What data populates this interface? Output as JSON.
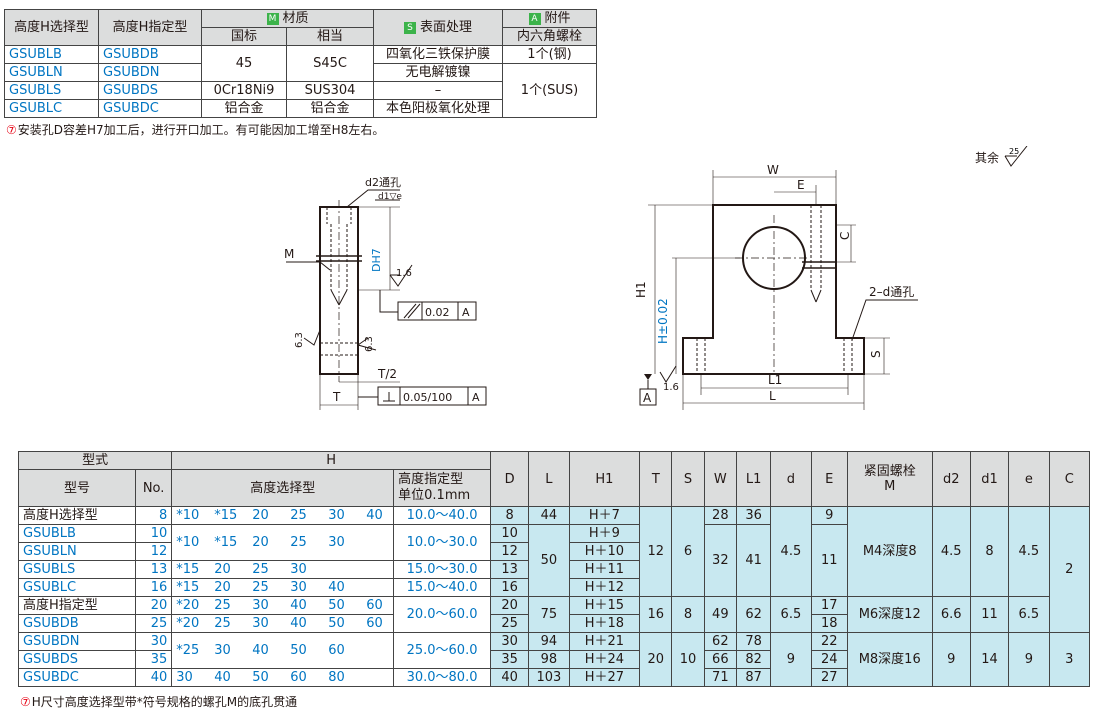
{
  "top_table": {
    "h_select": "高度H选择型",
    "h_specify": "高度H指定型",
    "material": {
      "badge": "M",
      "label": "材质",
      "std": "国标",
      "equiv": "相当"
    },
    "surface": {
      "badge": "S",
      "label": "表面处理"
    },
    "accessory": {
      "badge": "A",
      "label": "附件",
      "sub": "内六角螺栓"
    },
    "rows": [
      {
        "sel": "GSUBLB",
        "spec": "GSUBDB",
        "surface": "四氧化三铁保护膜",
        "acc": "1个(钢)"
      },
      {
        "sel": "GSUBLN",
        "spec": "GSUBDN",
        "surface": "无电解镀镍"
      },
      {
        "sel": "GSUBLS",
        "spec": "GSUBDS",
        "std": "0Cr18Ni9",
        "equiv": "SUS304",
        "surface": "–"
      },
      {
        "sel": "GSUBLC",
        "spec": "GSUBDC",
        "std": "铝合金",
        "equiv": "铝合金",
        "surface": "本色阳极氧化处理"
      }
    ],
    "merged_std": "45",
    "merged_equiv": "S45C",
    "merged_acc_sus": "1个(SUS)"
  },
  "note1": {
    "mark": "⑦",
    "text": "安装孔D容差H7加工后，进行开口加工。有可能因加工增至H8左右。"
  },
  "surface_note": {
    "text": "其余",
    "value": "25"
  },
  "drawing": {
    "left": {
      "d2_label": "d2通孔",
      "d1e_label": "d1▽e",
      "m": "M",
      "dh7": "DH7",
      "r16": "1.6",
      "r63a": "6.3",
      "r63b": "6.3",
      "t2": "T/2",
      "t": "T",
      "tol1": "0.02",
      "tol1_ref": "A",
      "tol2": "0.05/100",
      "tol2_ref": "A"
    },
    "right": {
      "w": "W",
      "e": "E",
      "c": "C",
      "h1": "H1",
      "h": "H±0.02",
      "two_d": "2–d通孔",
      "s": "S",
      "l1": "L1",
      "l": "L",
      "r16": "1.6",
      "ref_a": "A"
    }
  },
  "main_table": {
    "headers": {
      "type": "型式",
      "h": "H",
      "model": "型号",
      "no": "No.",
      "hsel": "高度选择型",
      "hspec1": "高度指定型",
      "hspec2": "单位0.1mm",
      "D": "D",
      "L": "L",
      "H1": "H1",
      "T": "T",
      "S": "S",
      "W": "W",
      "L1": "L1",
      "d": "d",
      "E": "E",
      "bolt1": "紧固螺栓",
      "bolt2": "M",
      "d2": "d2",
      "d1": "d1",
      "e": "e",
      "C": "C"
    },
    "rows": [
      {
        "model": "高度H选择型",
        "no": "8",
        "hs": [
          "*10",
          "*15",
          "20",
          "25",
          "30",
          "40"
        ],
        "hi": "10.0～40.0",
        "D": "8",
        "H1": "H＋7"
      },
      {
        "model": "GSUBLB",
        "no": "10",
        "hs": [
          "*10",
          "*15",
          "20",
          "25",
          "30"
        ],
        "hi": "10.0～30.0",
        "D": "10",
        "H1": "H＋9"
      },
      {
        "model": "GSUBLN",
        "no": "12",
        "D": "12",
        "H1": "H＋10"
      },
      {
        "model": "GSUBLS",
        "no": "13",
        "hs": [
          "*15",
          "20",
          "25",
          "30"
        ],
        "hi": "15.0～30.0",
        "D": "13",
        "H1": "H＋11"
      },
      {
        "model": "GSUBLC",
        "no": "16",
        "hs": [
          "*15",
          "20",
          "25",
          "30",
          "40"
        ],
        "hi": "15.0～40.0",
        "D": "16",
        "H1": "H＋12"
      },
      {
        "model": "高度H指定型",
        "no": "20",
        "hs": [
          "*20",
          "25",
          "30",
          "40",
          "50",
          "60"
        ],
        "hi": "20.0～60.0",
        "D": "20",
        "H1": "H＋15"
      },
      {
        "model": "GSUBDB",
        "no": "25",
        "hs": [
          "*20",
          "25",
          "30",
          "40",
          "50",
          "60"
        ],
        "D": "25",
        "H1": "H＋18"
      },
      {
        "model": "GSUBDN",
        "no": "30",
        "hs": [
          "*25",
          "30",
          "40",
          "50",
          "60"
        ],
        "hi": "25.0～60.0",
        "D": "30",
        "L": "94",
        "H1": "H＋21",
        "W": "62",
        "L1": "78",
        "E": "22"
      },
      {
        "model": "GSUBDS",
        "no": "35",
        "D": "35",
        "L": "98",
        "H1": "H＋24",
        "W": "66",
        "L1": "82",
        "E": "24"
      },
      {
        "model": "GSUBDC",
        "no": "40",
        "hs": [
          "30",
          "40",
          "50",
          "60",
          "80"
        ],
        "hi": "30.0～80.0",
        "D": "40",
        "L": "103",
        "H1": "H＋27",
        "W": "71",
        "L1": "87",
        "E": "27"
      }
    ],
    "g1": {
      "L_a": "44",
      "L_b": "50",
      "T": "12",
      "S": "6",
      "W_a": "28",
      "W_b": "32",
      "L1_a": "36",
      "L1_b": "41",
      "d": "4.5",
      "E_a": "9",
      "E_b": "11",
      "bolt": "M4深度8",
      "d2": "4.5",
      "d1": "8",
      "e": "4.5",
      "C": "2"
    },
    "g2": {
      "L": "75",
      "T": "16",
      "S": "8",
      "W": "49",
      "L1": "62",
      "d": "6.5",
      "E_a": "17",
      "E_b": "18",
      "bolt": "M6深度12",
      "d2": "6.6",
      "d1": "11",
      "e": "6.5"
    },
    "g3": {
      "T": "20",
      "S": "10",
      "d": "9",
      "bolt": "M8深度16",
      "d2": "9",
      "d1": "14",
      "e": "9",
      "C": "3"
    }
  },
  "note2": {
    "mark": "⑦",
    "text": "H尺寸高度选择型带*符号规格的螺孔M的底孔贯通"
  }
}
